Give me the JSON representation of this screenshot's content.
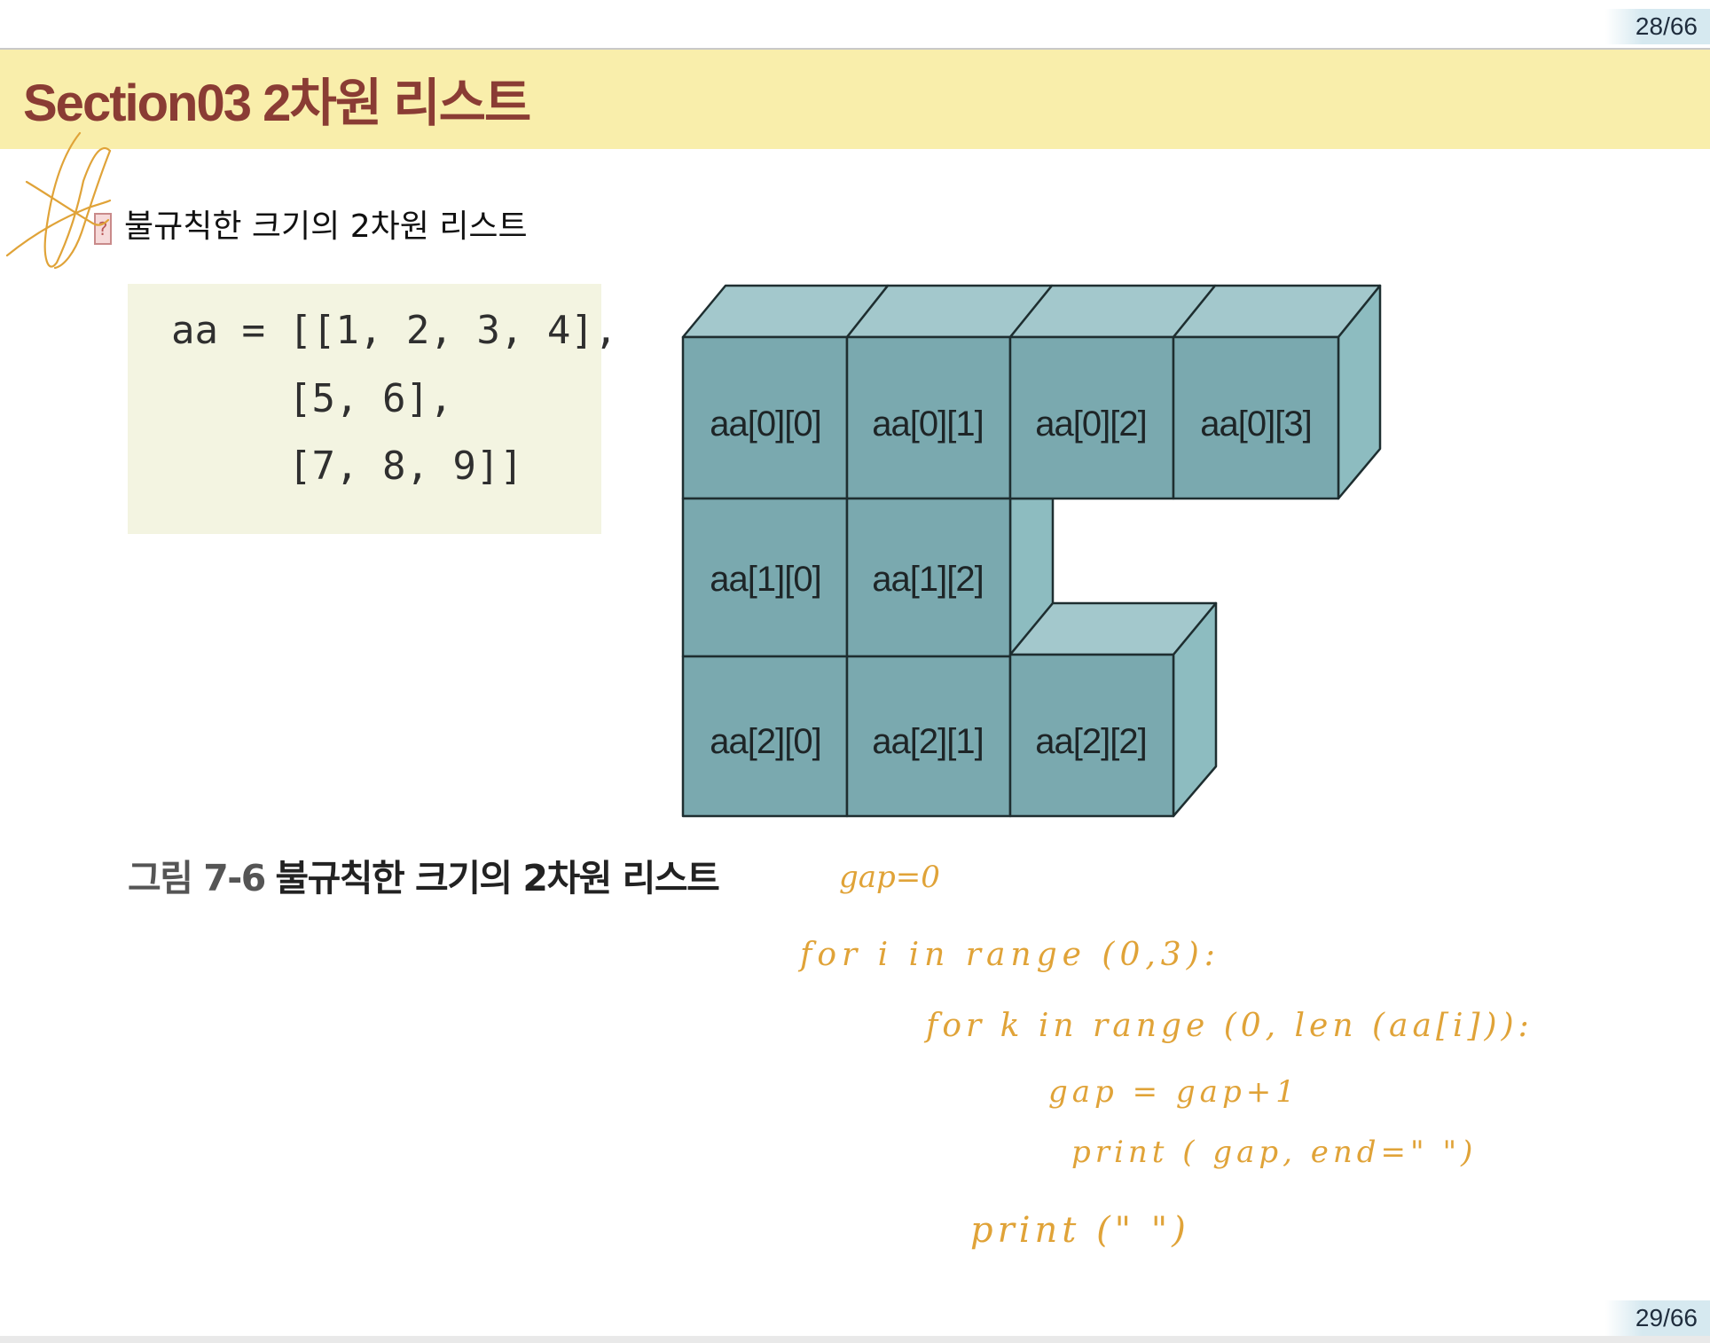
{
  "page_top_number": "28/66",
  "page_bottom_number": "29/66",
  "section_title": "Section03 2차원 리스트",
  "bullet": {
    "icon": "?",
    "text": "불규칙한 크기의 2차원 리스트"
  },
  "code": {
    "line1": "aa = [[1, 2, 3, 4],",
    "line2": "[5, 6],",
    "line3": "[7, 8, 9]]"
  },
  "diagram": {
    "cells": {
      "r0c0": "aa[0][0]",
      "r0c1": "aa[0][1]",
      "r0c2": "aa[0][2]",
      "r0c3": "aa[0][3]",
      "r1c0": "aa[1][0]",
      "r1c1": "aa[1][2]",
      "r2c0": "aa[2][0]",
      "r2c1": "aa[2][1]",
      "r2c2": "aa[2][2]"
    },
    "colors": {
      "front": "#7aa9af",
      "top": "#a3c8cc",
      "side": "#8dbcc0",
      "stroke": "#1e2e30"
    }
  },
  "caption": {
    "number": "그림 7-6",
    "title": "불규칙한 크기의 2차원 리스트"
  },
  "handwriting": {
    "line1": "gap=0",
    "line2": "for i in   range (0,3):",
    "line3": "for  k   in   range   (0, len (aa[i])):",
    "line4": "gap  =  gap+1",
    "line5": "print ( gap, end=\"  \")",
    "line6": "print (\"   \")",
    "ink_color": "#e0a338"
  }
}
